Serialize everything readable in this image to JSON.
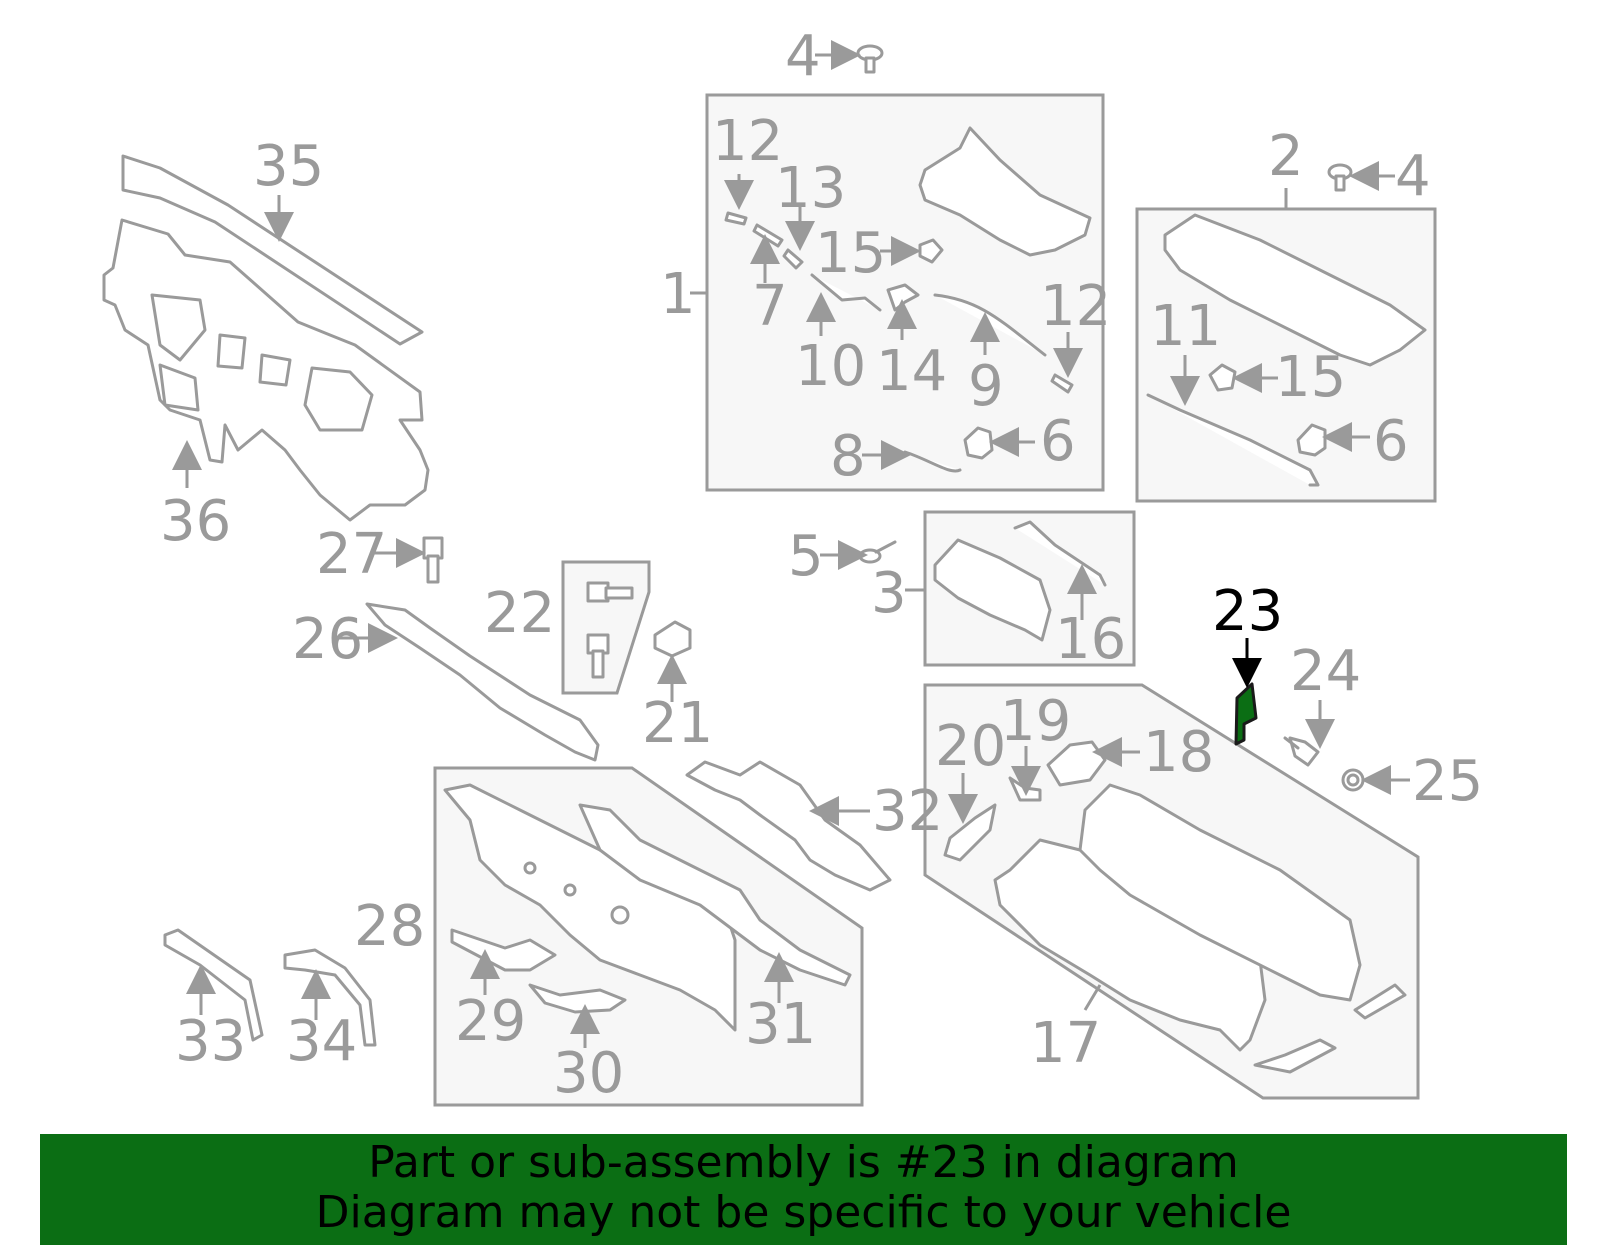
{
  "diagram": {
    "highlighted_part": "23",
    "callouts": [
      "1",
      "2",
      "3",
      "4",
      "4",
      "5",
      "6",
      "6",
      "7",
      "8",
      "9",
      "10",
      "11",
      "12",
      "12",
      "13",
      "14",
      "15",
      "15",
      "16",
      "17",
      "18",
      "19",
      "20",
      "21",
      "22",
      "23",
      "24",
      "25",
      "26",
      "27",
      "28",
      "29",
      "30",
      "31",
      "32",
      "33",
      "34",
      "35",
      "36"
    ]
  },
  "banner": {
    "line1": "Part or sub-assembly is #23 in diagram",
    "line2": "Diagram may not be specific to your vehicle",
    "background": "#0b6e14"
  },
  "colors": {
    "line": "#9a9a9a",
    "box_fill": "#f7f7f7",
    "highlight": "#0b6e14"
  }
}
